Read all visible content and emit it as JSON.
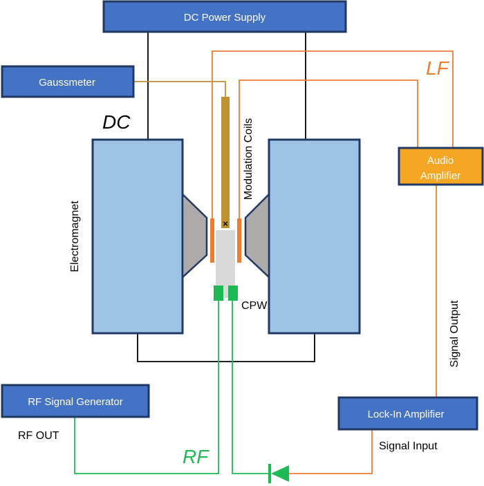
{
  "instruments": {
    "dc_power_supply": "DC Power Supply",
    "gaussmeter": "Gaussmeter",
    "audio_amplifier_line1": "Audio",
    "audio_amplifier_line2": "Amplifier",
    "rf_signal_generator": "RF Signal Generator",
    "lock_in_amplifier": "Lock-In Amplifier"
  },
  "labels": {
    "dc": "DC",
    "lf": "LF",
    "rf": "RF",
    "electromagnet": "Electromagnet",
    "modulation_coils": "Modulation Coils",
    "cpw": "CPW",
    "rf_out": "RF OUT",
    "signal_input": "Signal Input",
    "signal_output": "Signal Output",
    "probe_marker": "×"
  },
  "colors": {
    "instrument_fill": "#4472c4",
    "instrument_border": "#1f3864",
    "magnet_fill": "#9dc3e6",
    "pole_fill": "#aeaaaa",
    "audio_fill": "#f5a623",
    "lf_wire": "#ed7d31",
    "rf_wire": "#1db954",
    "probe": "#bf9030",
    "dc_wire": "#000000"
  }
}
